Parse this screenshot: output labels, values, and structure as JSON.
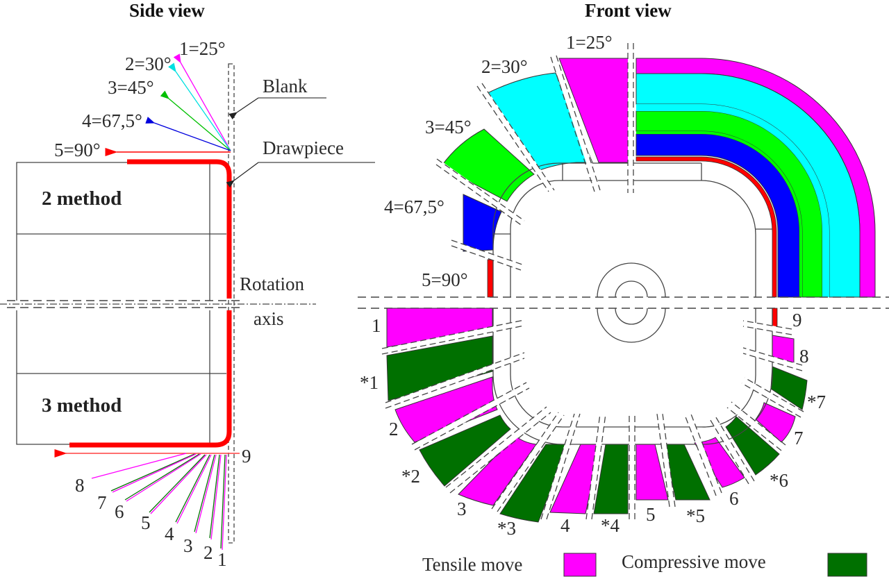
{
  "side_view": {
    "title": "Side view",
    "angle_labels": [
      "1=25°",
      "2=30°",
      "3=45°",
      "4=67,5°",
      "5=90°"
    ],
    "blank_label": "Blank",
    "drawpiece_label": "Drawpiece",
    "rotation_label": "Rotation",
    "axis_label": "axis",
    "method_2": "2 method",
    "method_3": "3 method",
    "bottom_labels": [
      "1",
      "2",
      "3",
      "4",
      "5",
      "6",
      "7",
      "8",
      "9"
    ]
  },
  "front_view": {
    "title": "Front view",
    "angle_labels": [
      "1=25°",
      "2=30°",
      "3=45°",
      "4=67,5°",
      "5=90°"
    ],
    "segment_labels": [
      "1",
      "*1",
      "2",
      "*2",
      "3",
      "*3",
      "4",
      "*4",
      "5",
      "*5",
      "6",
      "*6",
      "7",
      "*7",
      "8",
      "9"
    ]
  },
  "legend": {
    "tensile": "Tensile move",
    "compressive": "Compressive move"
  },
  "colors": {
    "step1": "#ff00ff",
    "step2": "#00ffff",
    "step3": "#00ff00",
    "step4": "#0000ff",
    "step5": "#ff0000",
    "tensile": "#ff00ff",
    "compressive": "#007000"
  }
}
